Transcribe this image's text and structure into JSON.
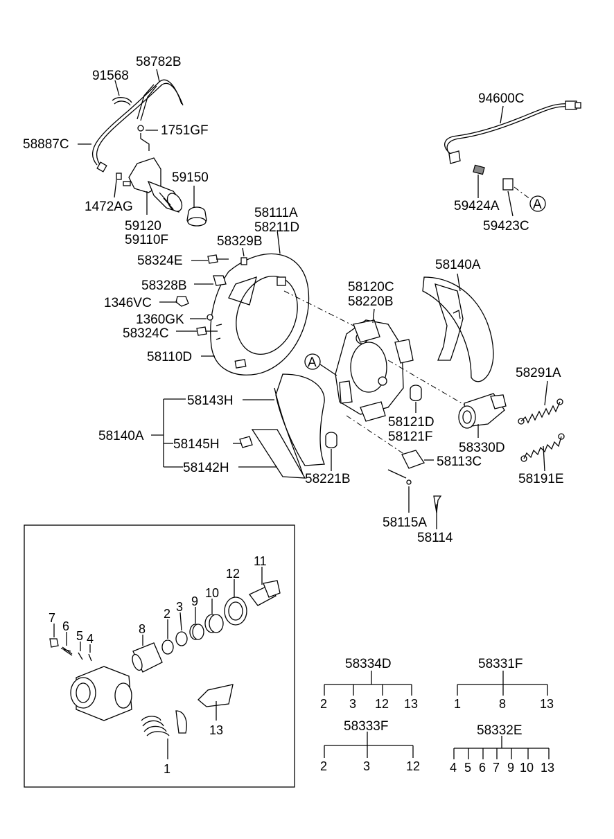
{
  "labels": {
    "p91568": "91568",
    "p58782B": "58782B",
    "p1751GF": "1751GF",
    "p58887C": "58887C",
    "p1472AG": "1472AG",
    "p59150": "59150",
    "p59120": "59120",
    "p59110F": "59110F",
    "p94600C": "94600C",
    "p59424A": "59424A",
    "p59423C": "59423C",
    "ref_a1": "A",
    "ref_a2": "A",
    "p58111A": "58111A",
    "p58211D": "58211D",
    "p58329B": "58329B",
    "p58324E": "58324E",
    "p58328B": "58328B",
    "p1346VC": "1346VC",
    "p1360GK": "1360GK",
    "p58324C": "58324C",
    "p58110D": "58110D",
    "p58140A_top": "58140A",
    "p58120C": "58120C",
    "p58220B": "58220B",
    "p58291A": "58291A",
    "p58143H": "58143H",
    "p58140A_left": "58140A",
    "p58145H": "58145H",
    "p58142H": "58142H",
    "p58121D": "58121D",
    "p58121F": "58121F",
    "p58330D": "58330D",
    "p58221B": "58221B",
    "p58113C": "58113C",
    "p58191E": "58191E",
    "p58115A": "58115A",
    "p58114": "58114"
  },
  "inset_numbers": {
    "n7": "7",
    "n6": "6",
    "n5": "5",
    "n4": "4",
    "n8": "8",
    "n2": "2",
    "n3": "3",
    "n9": "9",
    "n10": "10",
    "n12": "12",
    "n11": "11",
    "n13": "13",
    "n1": "1"
  },
  "kits": {
    "k58334D": {
      "title": "58334D",
      "items": [
        "2",
        "3",
        "12",
        "13"
      ]
    },
    "k58331F": {
      "title": "58331F",
      "items": [
        "1",
        "8",
        "13"
      ]
    },
    "k58333F": {
      "title": "58333F",
      "items": [
        "2",
        "3",
        "12"
      ]
    },
    "k58332E": {
      "title": "58332E",
      "items": [
        "4",
        "5",
        "6",
        "7",
        "9",
        "10",
        "13"
      ]
    }
  }
}
